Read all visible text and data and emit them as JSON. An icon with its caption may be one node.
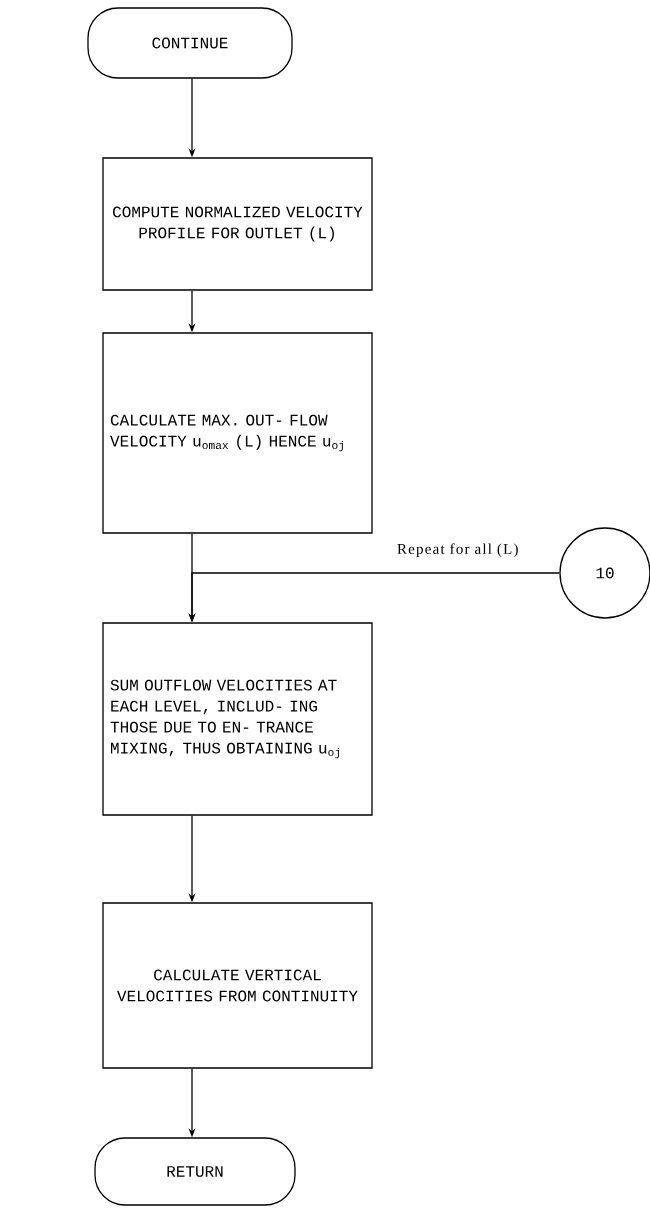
{
  "diagram": {
    "nodes": [
      {
        "text": [
          "CONTINUE"
        ]
      },
      {
        "text": [
          "COMPUTE NORMALIZED VELOCITY PROFILE FOR OUTLET (L)"
        ]
      },
      {
        "text": [
          "CALCULATE MAX. OUT- FLOW VELOCITY u$_{omax}$ (L) HENCE u$_{oj}$"
        ]
      },
      {
        "text": [
          "10"
        ]
      },
      {
        "text": [
          "SUM OUTFLOW VELOCITIES AT EACH LEVEL, INCLUD- ING THOSE DUE TO EN- TRANCE MIXING, THUS OBTAINING u$_{oj}$"
        ]
      },
      {
        "text": [
          "CALCULATE VERTICAL VELOCITIES FROM CONTINUITY"
        ]
      },
      {
        "text": [
          "RETURN"
        ]
      }
    ],
    "edges": [
      {
        "from": 0,
        "to": 1,
        "arrow": "to"
      },
      {
        "from": 1,
        "to": 2,
        "arrow": "to"
      },
      {
        "from": 2,
        "to": 4,
        "arrow": "to"
      },
      {
        "from": 3,
        "to": 4,
        "arrow": "to",
        "label": "Repeat for all (L)"
      },
      {
        "from": 4,
        "to": 5,
        "arrow": "to"
      },
      {
        "from": 5,
        "to": 6,
        "arrow": "to"
      }
    ]
  }
}
